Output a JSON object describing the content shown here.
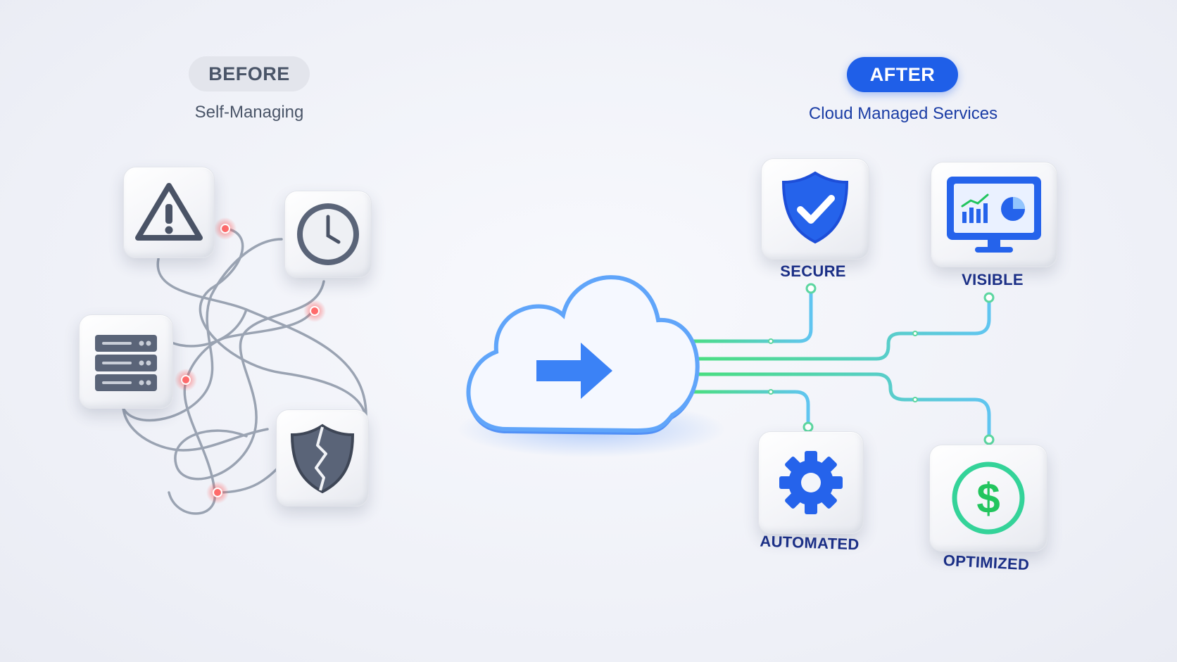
{
  "before": {
    "badge": "BEFORE",
    "subtitle": "Self-Managing",
    "icons": [
      "warning-icon",
      "clock-icon",
      "server-icon",
      "broken-shield-icon"
    ]
  },
  "after": {
    "badge": "AFTER",
    "subtitle": "Cloud Managed Services",
    "items": [
      {
        "label": "SECURE",
        "icon": "shield-check-icon"
      },
      {
        "label": "VISIBLE",
        "icon": "monitor-dashboard-icon"
      },
      {
        "label": "AUTOMATED",
        "icon": "gear-icon"
      },
      {
        "label": "OPTIMIZED",
        "icon": "dollar-icon"
      }
    ]
  },
  "center": {
    "icon": "cloud-arrow-icon"
  },
  "colors": {
    "before_badge_bg": "#e3e5ec",
    "after_badge_bg": "#1f5fe8",
    "label_text": "#1b2f86",
    "cloud_blue": "#3b82f6",
    "green_accent": "#34d399",
    "fault_red": "#ff6b6b"
  }
}
